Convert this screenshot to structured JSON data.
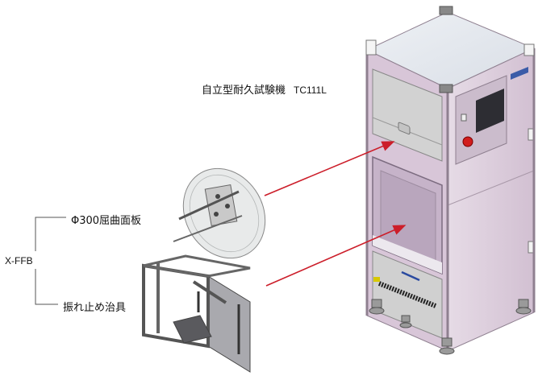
{
  "title": {
    "name": "自立型耐久試験機",
    "model": "TC111L"
  },
  "labels": {
    "group": "X-FFB",
    "bending_plate": "Φ300屈曲面板",
    "anti_vibration_fixture": "振れ止め治具"
  },
  "colors": {
    "frame": "#d9c8d8",
    "frame_edge": "#8f8090",
    "panel": "#d2d2d2",
    "window": "#c6b3c9",
    "arrow": "#cc1e2a",
    "bracket_line": "#555555",
    "display": "#2d2d33",
    "stop_button": "#d11d1d",
    "logo": "#3b5ca8"
  }
}
